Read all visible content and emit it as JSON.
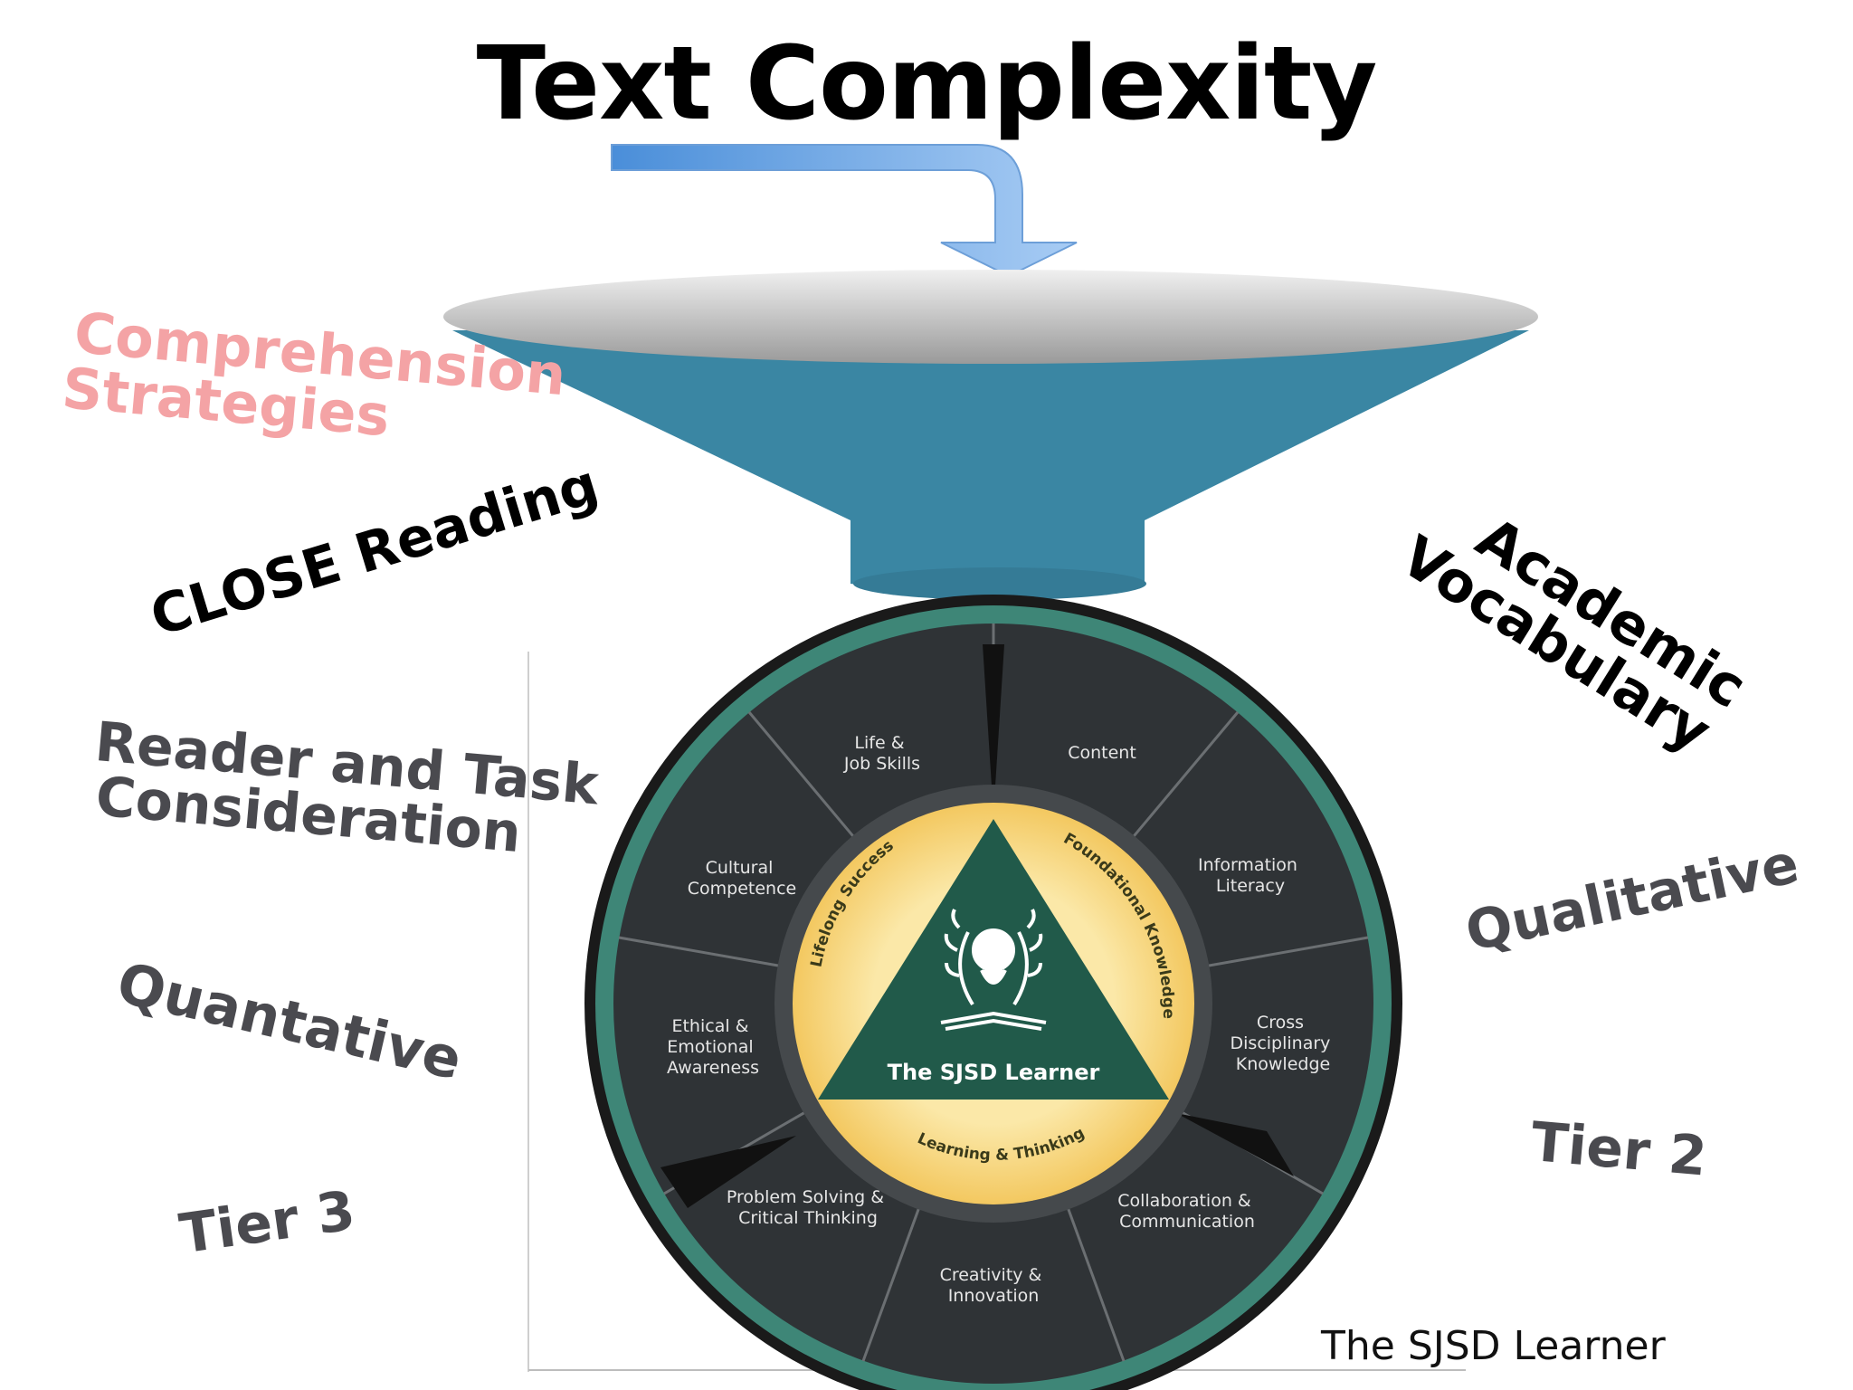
{
  "title": "Text Complexity",
  "terms": {
    "comprehension_line1": "Comprehension",
    "comprehension_line2": "Strategies",
    "close_reading": "CLOSE Reading",
    "reader_task_line1": "Reader and Task",
    "reader_task_line2": "Consideration",
    "quantative": "Quantative",
    "tier3": "Tier 3",
    "academic_line1": "Academic",
    "academic_line2": "Vocabulary",
    "qualitative": "Qualitative",
    "tier2": "Tier 2"
  },
  "wheel": {
    "center_title": "The SJSD Learner",
    "ring_labels": {
      "left": "Lifelong Success",
      "right": "Foundational Knowledge",
      "bottom": "Learning & Thinking"
    },
    "segments": [
      {
        "line1": "Life &",
        "line2": "Job Skills"
      },
      {
        "line1": "Content",
        "line2": ""
      },
      {
        "line1": "Information",
        "line2": "Literacy"
      },
      {
        "line1": "Cross",
        "line2": "Disciplinary",
        "line3": "Knowledge"
      },
      {
        "line1": "Collaboration &",
        "line2": "Communication"
      },
      {
        "line1": "Creativity &",
        "line2": "Innovation"
      },
      {
        "line1": "Problem Solving &",
        "line2": "Critical Thinking"
      },
      {
        "line1": "Ethical &",
        "line2": "Emotional",
        "line3": "Awareness"
      },
      {
        "line1": "Cultural",
        "line2": "Competence"
      }
    ]
  },
  "caption": "The SJSD Learner",
  "colors": {
    "funnel": "#3a86a3",
    "wheel_dark": "#2f3336",
    "wheel_ring": "#3e8677",
    "triangle": "#215a4a",
    "inner_ring": "#f6d27a",
    "arrow": "#6aa6e8",
    "pink_text": "#f4a3a5",
    "gray_text": "#4a4a4f"
  }
}
